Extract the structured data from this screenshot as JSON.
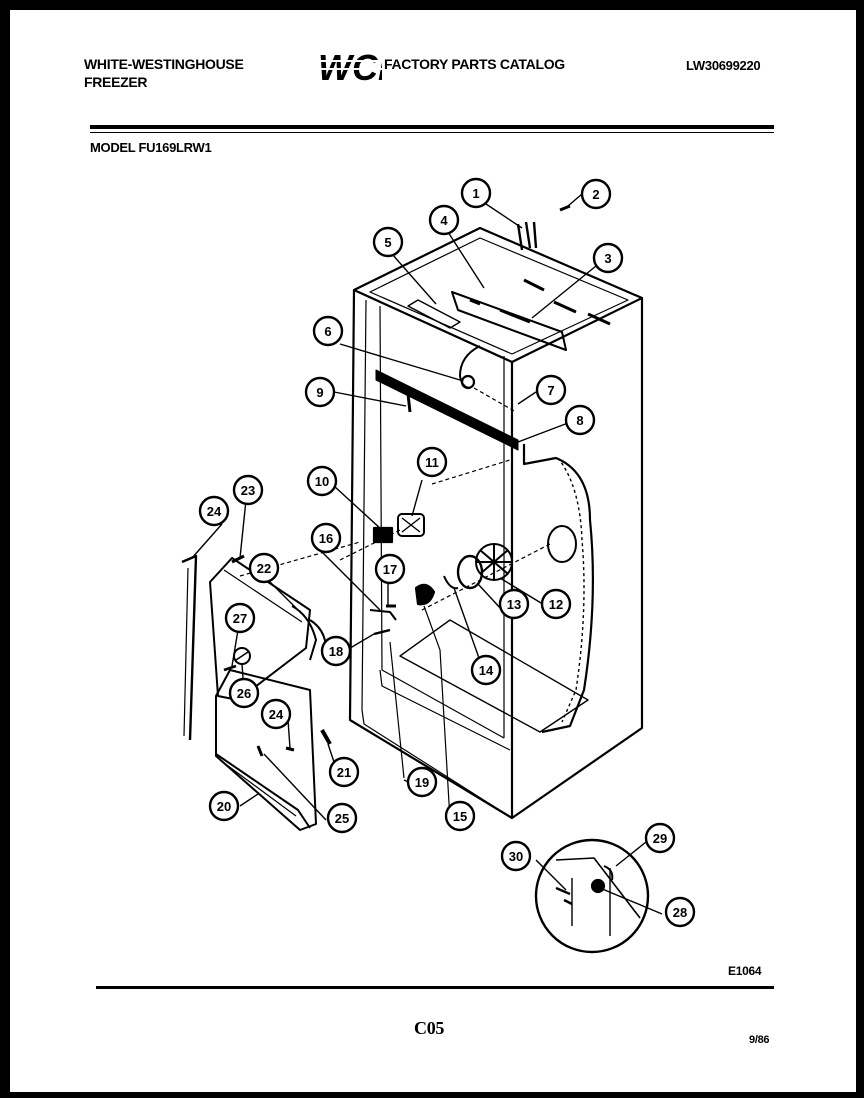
{
  "header": {
    "brand_line1": "WHITE-WESTINGHOUSE",
    "brand_line2": "FREEZER",
    "logo_text": "WCI",
    "catalog_title": "FACTORY PARTS CATALOG",
    "document_number": "LW30699220"
  },
  "model_label": "MODEL FU169LRW1",
  "callouts": [
    "1",
    "2",
    "3",
    "4",
    "5",
    "6",
    "7",
    "8",
    "9",
    "10",
    "11",
    "12",
    "13",
    "14",
    "15",
    "16",
    "17",
    "18",
    "19",
    "20",
    "21",
    "22",
    "23",
    "24",
    "24",
    "25",
    "26",
    "27",
    "28",
    "29",
    "30"
  ],
  "footer": {
    "figure_code": "E1064",
    "page_id": "C05",
    "date": "9/86"
  }
}
